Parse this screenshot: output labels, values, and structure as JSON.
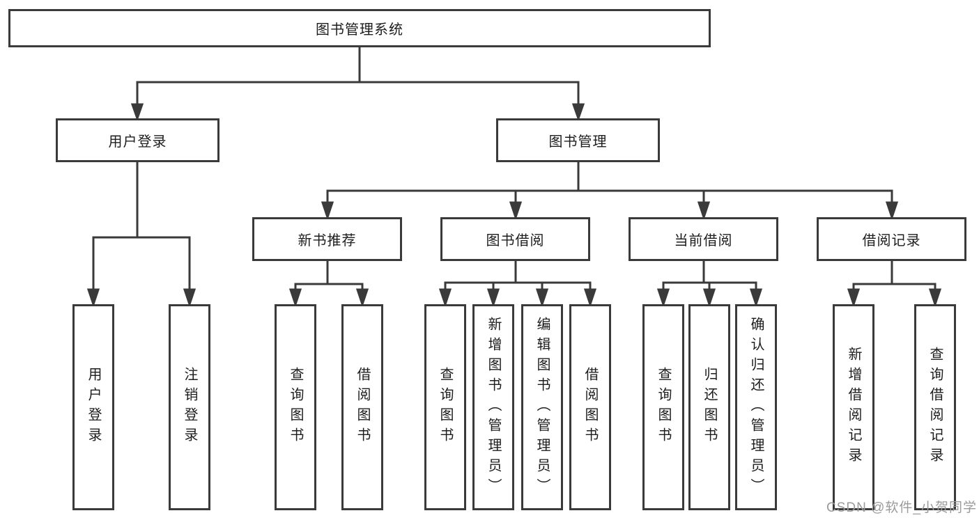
{
  "diagram": {
    "root": {
      "label": "图书管理系统",
      "children": [
        {
          "label": "用户登录",
          "children": [
            {
              "label": "用户登录"
            },
            {
              "label": "注销登录"
            }
          ]
        },
        {
          "label": "图书管理",
          "children": [
            {
              "label": "新书推荐",
              "children": [
                {
                  "label": "查询图书"
                },
                {
                  "label": "借阅图书"
                }
              ]
            },
            {
              "label": "图书借阅",
              "children": [
                {
                  "label": "查询图书"
                },
                {
                  "label": "新增图书（管理员）"
                },
                {
                  "label": "编辑图书（管理员）"
                },
                {
                  "label": "借阅图书"
                }
              ]
            },
            {
              "label": "当前借阅",
              "children": [
                {
                  "label": "查询图书"
                },
                {
                  "label": "归还图书"
                },
                {
                  "label": "确认归还（管理员）"
                }
              ]
            },
            {
              "label": "借阅记录",
              "children": [
                {
                  "label": "新增借阅记录"
                },
                {
                  "label": "查询借阅记录"
                }
              ]
            }
          ]
        }
      ]
    },
    "line_color": "#3a3a3a",
    "watermark": {
      "text": "CSDN @软件_小贺同学",
      "color": "#9b9b9b"
    }
  }
}
